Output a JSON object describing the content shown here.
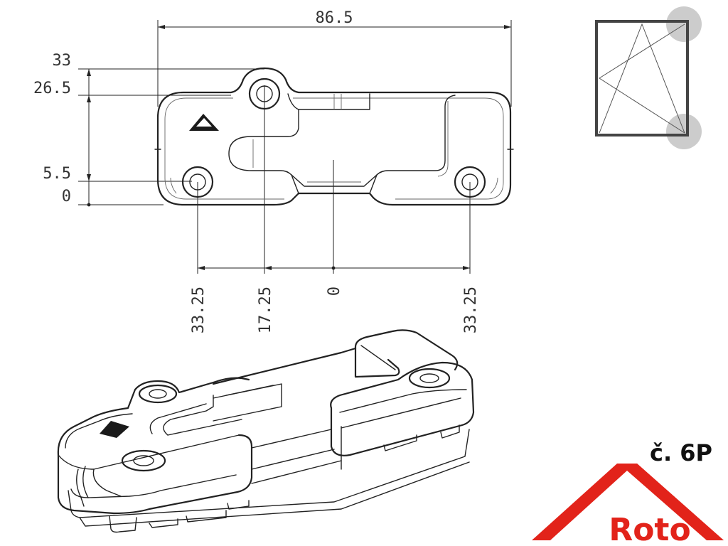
{
  "dimensions": {
    "top_width": "86.5",
    "left": [
      "33",
      "26.5",
      "5.5",
      "0"
    ],
    "bottom": [
      "33.25",
      "17.25",
      "0",
      "33.25"
    ]
  },
  "product_code": "č. 6P",
  "logo": {
    "text": "Roto",
    "color": "#e2231a"
  },
  "icons": [
    "window-tilt-turn-icon",
    "roto-logo-icon"
  ]
}
